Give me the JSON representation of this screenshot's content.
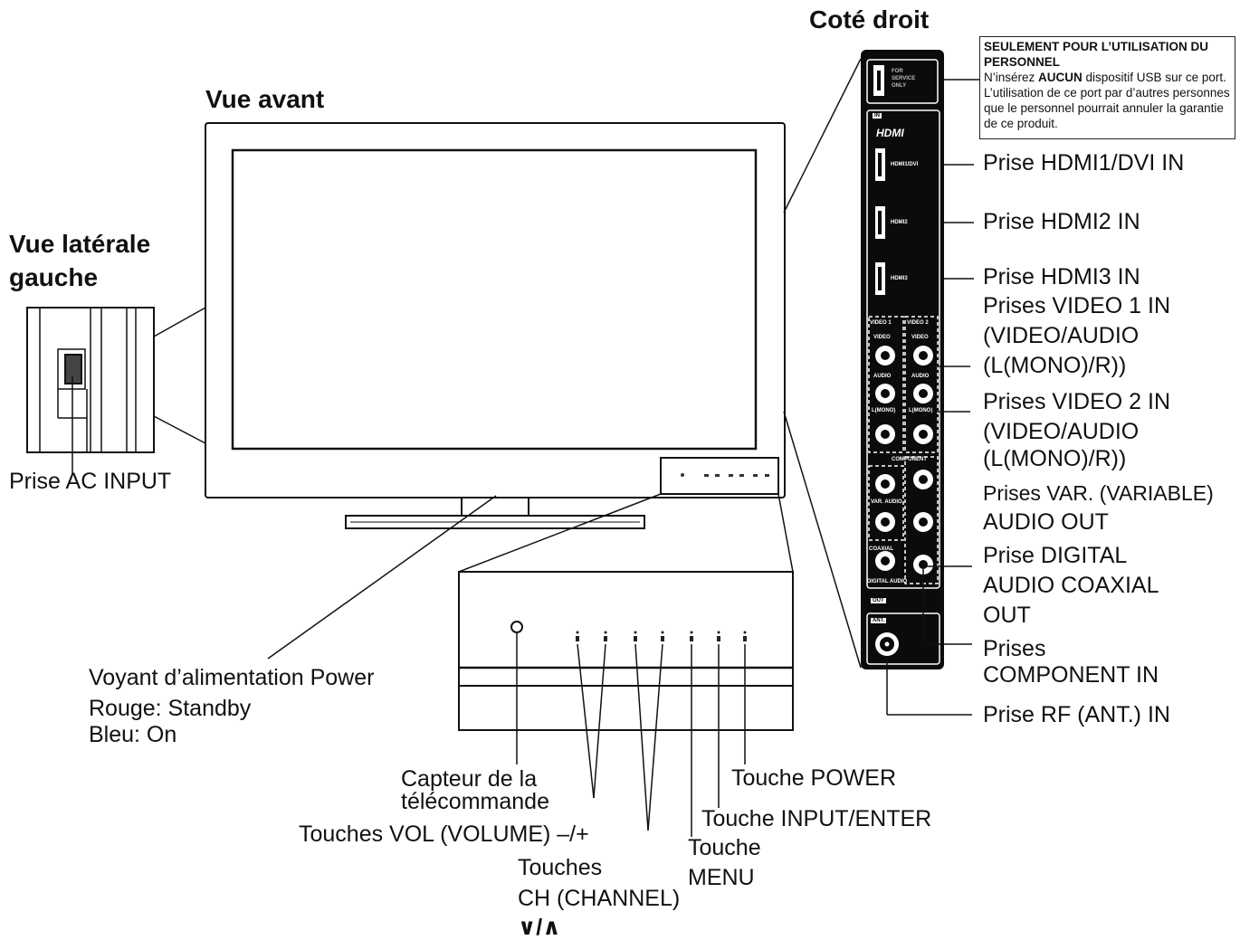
{
  "headings": {
    "front_view": "Vue avant",
    "left_side_view_line1": "Vue latérale",
    "left_side_view_line2": "gauche",
    "right_side": "Coté droit"
  },
  "notice": {
    "title": "SEULEMENT POUR L’UTILISATION DU PERSONNEL",
    "text_prefix": "N’insérez ",
    "text_bold": "AUCUN",
    "text_suffix": " dispositif USB sur ce port. L’utilisation de ce port par d’autres personnes que le personnel pourrait annuler la garantie de ce produit."
  },
  "panel": {
    "service_line1": "FOR",
    "service_line2": "SERVICE",
    "service_line3": "ONLY",
    "in": "IN",
    "hdmi_logo": "HDMI",
    "hdmi1": "HDMI1/DVI",
    "hdmi2": "HDMI2",
    "hdmi3": "HDMI3",
    "video1": "VIDEO 1",
    "video2": "VIDEO 2",
    "video": "VIDEO",
    "audio": "AUDIO",
    "lmono": "L(MONO)",
    "component": "COMPONENT",
    "var_audio": "VAR. AUDIO",
    "coaxial": "COAXIAL",
    "digital_audio": "DIGITAL AUDIO",
    "out": "OUT",
    "ant": "ANT."
  },
  "right_labels": {
    "hdmi1": "Prise HDMI1/DVI IN",
    "hdmi2": "Prise HDMI2 IN",
    "hdmi3": "Prise HDMI3 IN",
    "video1_l1": "Prises VIDEO 1 IN",
    "video1_l2": "(VIDEO/AUDIO",
    "video1_l3": "(L(MONO)/R))",
    "video2_l1": "Prises VIDEO 2 IN",
    "video2_l2": "(VIDEO/AUDIO",
    "video2_l3": "(L(MONO)/R))",
    "var_l1": "Prises VAR. (VARIABLE)",
    "var_l2": "AUDIO OUT",
    "digital_l1": "Prise DIGITAL",
    "digital_l2": "AUDIO COAXIAL",
    "digital_l3": "OUT",
    "component_l1": "Prises",
    "component_l2": "COMPONENT IN",
    "rf": "Prise RF (ANT.) IN"
  },
  "left_labels": {
    "ac_input": "Prise AC INPUT",
    "power_l1": "Voyant d’alimentation Power",
    "power_l2": "Rouge: Standby",
    "power_l3": "Bleu: On"
  },
  "bottom_labels": {
    "sensor_l1": "Capteur de la",
    "sensor_l2": "télécommande",
    "vol": "Touches VOL (VOLUME) –/+",
    "ch_l1": "Touches",
    "ch_l2": "CH (CHANNEL)",
    "ch_l3": "∨/∧",
    "power": "Touche POWER",
    "input": "Touche INPUT/ENTER",
    "menu_l1": "Touche",
    "menu_l2": "MENU"
  }
}
